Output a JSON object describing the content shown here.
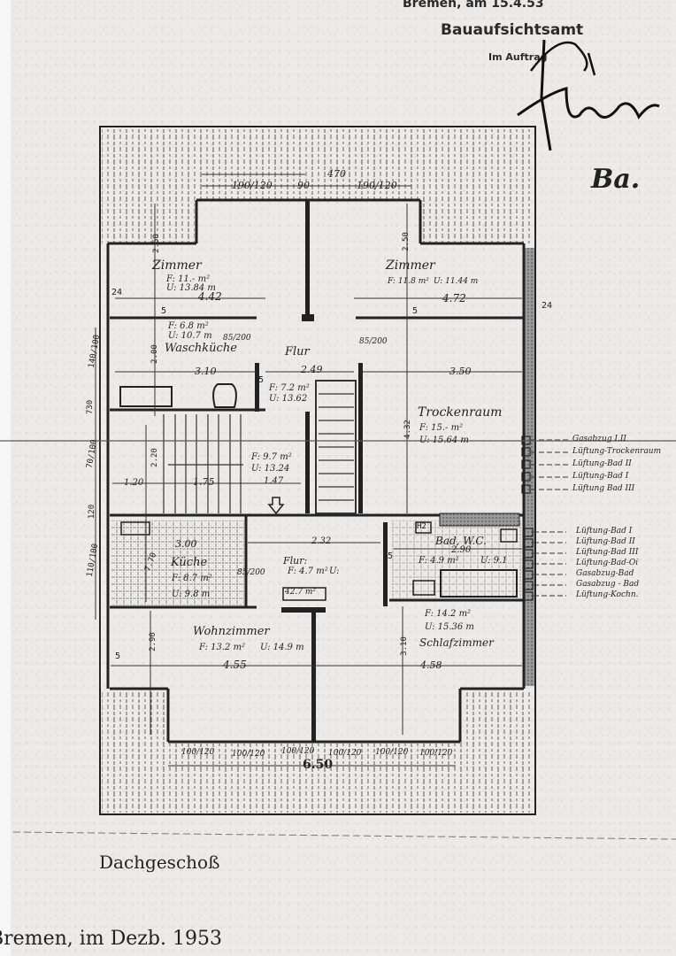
{
  "stamp": {
    "place_date": "Bremen, am 15.4.53",
    "authority": "Bauaufsichtsamt",
    "on_behalf": "Im Auftrag",
    "signature_initials": "Ba."
  },
  "plan": {
    "title": "Dachgeschoß",
    "place_date_footer": "Bremen, im Dezb. 1953",
    "top_dimensions": {
      "window_left": "190/120",
      "pier": "90",
      "window_right": "190/120",
      "span": "470"
    },
    "bottom_dimensions": {
      "windows": [
        "100/120",
        "100/120",
        "100/120",
        "100/120",
        "100/120",
        "100/120"
      ],
      "total": "6.50"
    },
    "left_side_dimensions": [
      "140/100",
      "730",
      "70/100",
      "120",
      "110/100"
    ],
    "rooms": {
      "zimmer_left": {
        "name": "Zimmer",
        "area": "F: 11.- m²",
        "perimeter": "U: 13.84 m",
        "width": "4.42",
        "height": "2.50"
      },
      "zimmer_right": {
        "name": "Zimmer",
        "area": "F: 11.8 m²",
        "perimeter": "U: 11.44 m",
        "width": "4.72",
        "height": "2.50"
      },
      "waschkueche": {
        "name": "Waschküche",
        "area": "F: 6.8 m²",
        "perimeter": "U: 10.7 m",
        "width": "3.10",
        "height": "2.00",
        "door": "85/200"
      },
      "flur_upper": {
        "name": "Flur",
        "area": "F: 7.2 m²",
        "perimeter": "U: 13.62",
        "width": "2.49"
      },
      "trockenraum": {
        "name": "Trockenraum",
        "area": "F: 15.- m²",
        "perimeter": "U: 15.64 m",
        "width": "3.50",
        "height": "4.32",
        "door": "85/200"
      },
      "treppe": {
        "area": "F: 9.7 m²",
        "perimeter": "U: 13.24",
        "widths": [
          "1.20",
          "1.75",
          "1.47"
        ],
        "height": "2.20"
      },
      "kueche": {
        "name": "Küche",
        "area": "F: 8.7 m²",
        "perimeter": "U: 9.8 m",
        "width": "3.00",
        "height": "7.70",
        "door": "85/200"
      },
      "flur_lower": {
        "name": "Flur:",
        "area": "F: 4.7 m²",
        "perimeter": "U:",
        "width": "2.32",
        "total_area": "42.7 m²"
      },
      "bad_wc": {
        "name": "Bad, W.C.",
        "area": "F: 4.9 m²",
        "perimeter": "U: 9.1",
        "width": "2.90",
        "heater": "H2"
      },
      "wohnzimmer": {
        "name": "Wohnzimmer",
        "area": "F: 13.2 m²",
        "perimeter": "U: 14.9 m",
        "width": "4.55",
        "height": "2.90"
      },
      "schlafzimmer": {
        "name": "Schlafzimmer",
        "area": "F: 14.2 m²",
        "perimeter": "U: 15.36 m",
        "width": "4.58",
        "height": "3.10"
      }
    },
    "wall_thickness": [
      "24",
      "24",
      "5",
      "5",
      "5",
      "5",
      "5"
    ],
    "door_labels": [
      "85/200",
      "85/200",
      "85/200",
      "85/200",
      "85/200",
      "85/200"
    ],
    "vent_labels_upper": [
      "Gasabzug I.II",
      "Lüftung-Trockenraum",
      "Lüftung-Bad II",
      "Lüftung-Bad I",
      "Lüftung Bad III"
    ],
    "vent_labels_lower": [
      "Lüftung-Bad I",
      "Lüftung-Bad II",
      "Lüftung-Bad III",
      "Lüftung-Bad-Oi",
      "Gasabzug-Bad",
      "Gasabzug - Bad",
      "Lüftung-Kochn."
    ]
  }
}
